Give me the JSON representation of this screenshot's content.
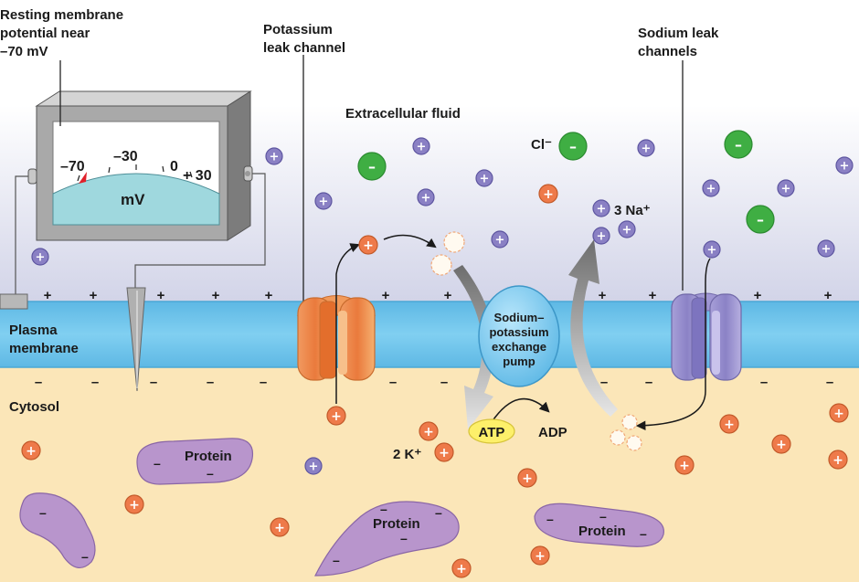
{
  "labels": {
    "resting_line1": "Resting membrane",
    "resting_line2": "potential near",
    "resting_line3": "–70 mV",
    "k_channel_line1": "Potassium",
    "k_channel_line2": "leak channel",
    "na_channels_line1": "Sodium leak",
    "na_channels_line2": "channels",
    "extracellular": "Extracellular fluid",
    "plasma_line1": "Plasma",
    "plasma_line2": "membrane",
    "cytosol": "Cytosol",
    "pump_line1": "Sodium–",
    "pump_line2": "potassium",
    "pump_line3": "exchange",
    "pump_line4": "pump",
    "atp": "ATP",
    "adp": "ADP",
    "chloride": "Cl⁻",
    "sodium_count": "3 Na⁺",
    "potassium_count": "2 K⁺",
    "protein": "Protein"
  },
  "meter": {
    "unit": "mV",
    "scale": [
      "–70",
      "–30",
      "0",
      "+ 30"
    ]
  },
  "symbols": {
    "plus": "+",
    "minus": "–"
  },
  "colors": {
    "sodium": "#8a80c4",
    "potassium": "#ee7a4a",
    "chloride": "#3fae43",
    "membrane": "#72c6ec",
    "cytosol": "#fbe6b8",
    "protein": "#b895cc",
    "atp": "#fdf06a"
  }
}
